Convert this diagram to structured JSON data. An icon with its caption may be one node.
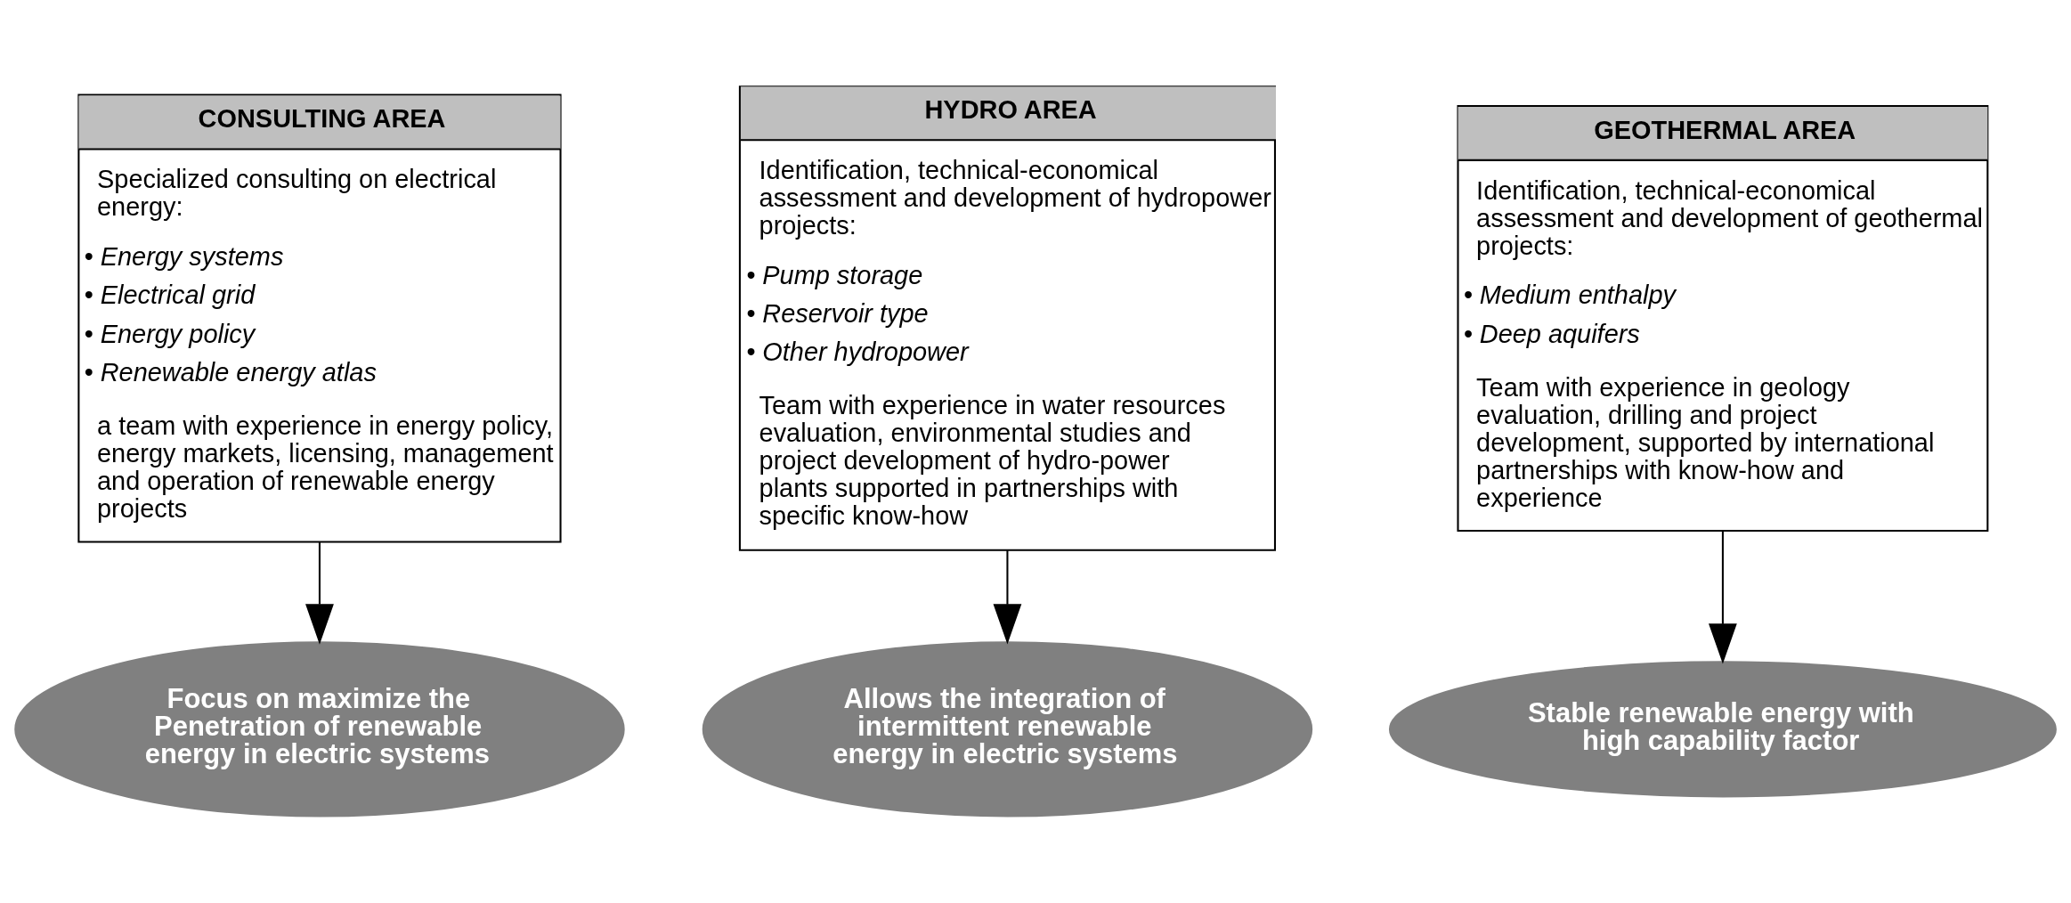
{
  "diagram": {
    "nodes": [
      {
        "text": [
          "CONSULTING AREA",
          "Specialized consulting on electrical energy:",
          "• Energy systems",
          "• Electrical grid",
          "• Energy policy",
          "• Renewable energy atlas",
          "a team with experience in energy policy, energy markets, licensing, management and operation of renewable energy projects"
        ]
      },
      {
        "text": [
          "HYDRO AREA",
          "Identification, technical-economical assessment and development of hydropower projects:",
          "• Pump storage",
          "• Reservoir type",
          "• Other hydropower",
          "Team with experience in water resources evaluation, environmental studies and project development of hydro-power plants supported in partnerships with specific know-how"
        ]
      },
      {
        "text": [
          "GEOTHERMAL AREA",
          "Identification, technical-economical assessment and development of geothermal projects:",
          "• Medium enthalpy",
          "• Deep aquifers",
          "Team with experience in geology evaluation, drilling and project development, supported by international partnerships with know-how and experience"
        ]
      },
      {
        "text": [
          "Focus on maximize the Penetration of renewable energy in electric systems"
        ]
      },
      {
        "text": [
          "Allows the integration of intermittent renewable energy in electric systems"
        ]
      },
      {
        "text": [
          "Stable renewable energy with high capability factor"
        ]
      }
    ],
    "edges": [
      {
        "from": 0,
        "to": 3,
        "arrow": "to"
      },
      {
        "from": 1,
        "to": 4,
        "arrow": "to"
      },
      {
        "from": 2,
        "to": 5,
        "arrow": "to"
      }
    ]
  }
}
